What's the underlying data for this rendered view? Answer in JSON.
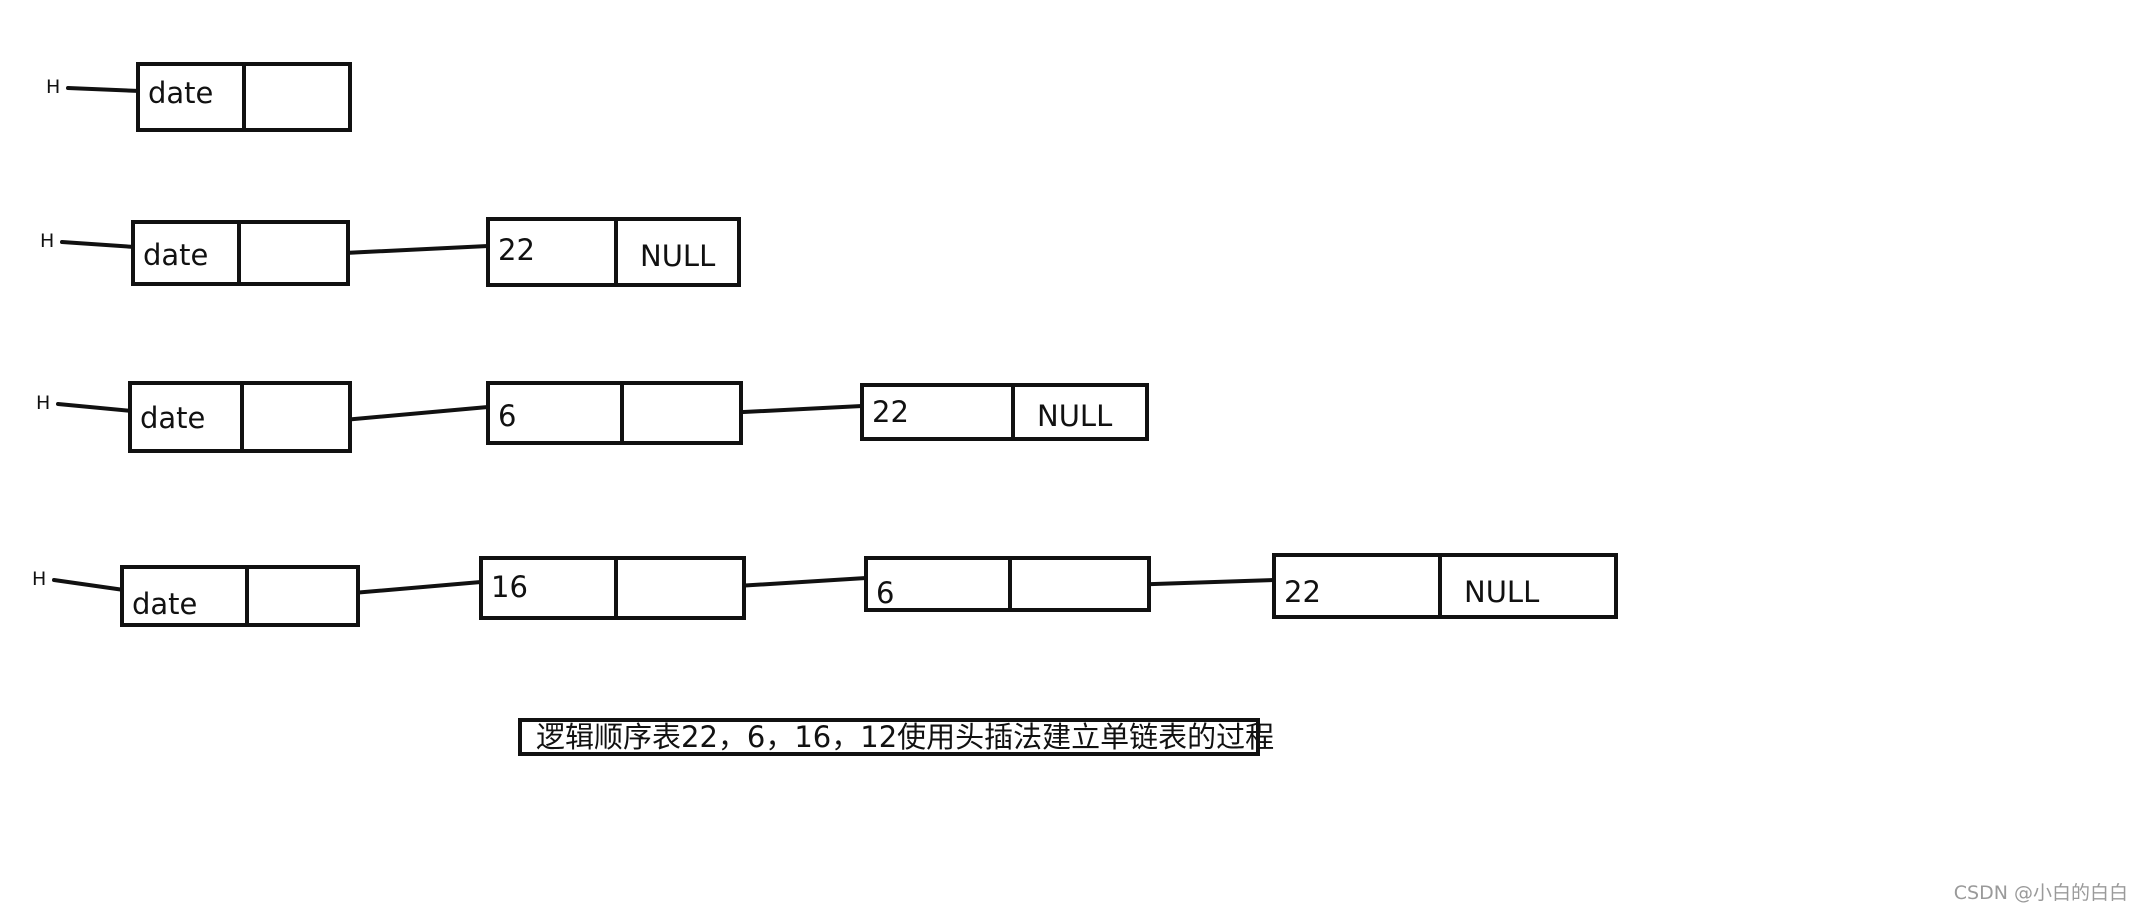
{
  "head_label": "H",
  "rows": [
    {
      "nodes": [
        {
          "data": "date",
          "next": ""
        }
      ]
    },
    {
      "nodes": [
        {
          "data": "date",
          "next": ""
        },
        {
          "data": "22",
          "next": "NULL"
        }
      ]
    },
    {
      "nodes": [
        {
          "data": "date",
          "next": ""
        },
        {
          "data": "6",
          "next": ""
        },
        {
          "data": "22",
          "next": "NULL"
        }
      ]
    },
    {
      "nodes": [
        {
          "data": "date",
          "next": ""
        },
        {
          "data": "16",
          "next": ""
        },
        {
          "data": "6",
          "next": ""
        },
        {
          "data": "22",
          "next": "NULL"
        }
      ]
    }
  ],
  "caption": "逻辑顺序表22，6，16，12使用头插法建立单链表的过程",
  "watermark": "CSDN @小白的白白",
  "colors": {
    "ink": "#111111",
    "background": "#ffffff",
    "watermark": "#9a9a9a"
  }
}
